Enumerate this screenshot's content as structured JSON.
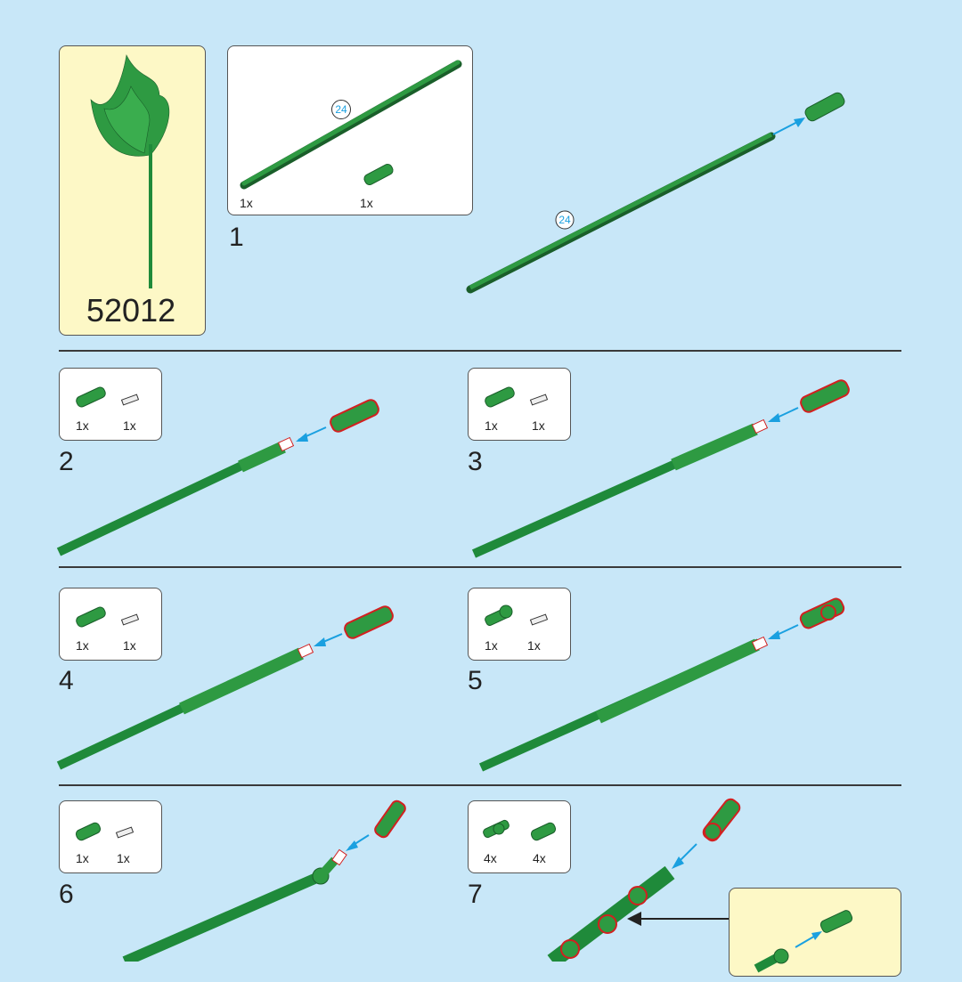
{
  "set_number": "52012",
  "callout_number": "24",
  "steps": [
    {
      "number": "1",
      "parts": [
        {
          "qty": "1x",
          "icon": "long-rod-icon"
        },
        {
          "qty": "1x",
          "icon": "tube-piece-icon"
        }
      ]
    },
    {
      "number": "2",
      "parts": [
        {
          "qty": "1x",
          "icon": "tube-piece-icon"
        },
        {
          "qty": "1x",
          "icon": "connector-pin-icon"
        }
      ]
    },
    {
      "number": "3",
      "parts": [
        {
          "qty": "1x",
          "icon": "tube-piece-icon"
        },
        {
          "qty": "1x",
          "icon": "connector-pin-icon"
        }
      ]
    },
    {
      "number": "4",
      "parts": [
        {
          "qty": "1x",
          "icon": "tube-piece-icon"
        },
        {
          "qty": "1x",
          "icon": "connector-pin-icon"
        }
      ]
    },
    {
      "number": "5",
      "parts": [
        {
          "qty": "1x",
          "icon": "joint-piece-icon"
        },
        {
          "qty": "1x",
          "icon": "connector-pin-icon"
        }
      ]
    },
    {
      "number": "6",
      "parts": [
        {
          "qty": "1x",
          "icon": "tube-piece-icon"
        },
        {
          "qty": "1x",
          "icon": "connector-pin-icon"
        }
      ]
    },
    {
      "number": "7",
      "parts": [
        {
          "qty": "4x",
          "icon": "joint-piece-icon"
        },
        {
          "qty": "4x",
          "icon": "tube-piece-icon"
        }
      ]
    }
  ],
  "colors": {
    "background": "#c8e7f8",
    "part_green": "#1f8a3a",
    "arrow_blue": "#1aa0e0",
    "highlight_red": "#d22020",
    "cover_yellow": "#fdf8c6"
  }
}
